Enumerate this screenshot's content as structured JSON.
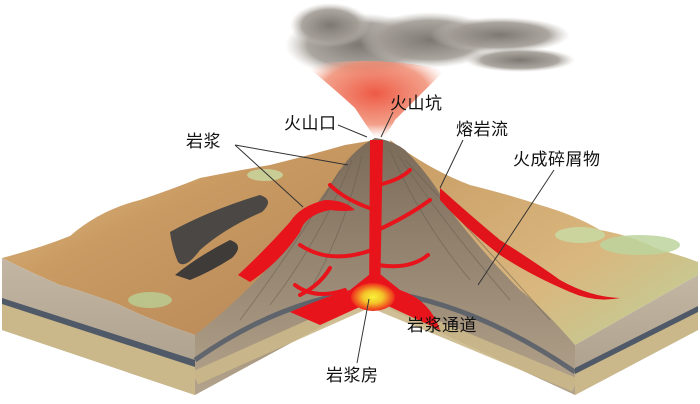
{
  "title": "Volcano cross-section diagram",
  "colors": {
    "background": "#ffffff",
    "smoke": "#8f8a83",
    "ash_red": "#e8694e",
    "lava": "#e8141c",
    "magma_core": "#f4ea2a",
    "terrain_tan": "#d8b27a",
    "terrain_green": "#b9cf95",
    "rock_dark": "#4a4744",
    "strata_gray": "#b8ab98",
    "strata_sand": "#cdbb8a",
    "strata_band": "#4f5968",
    "leader_line": "#333333"
  },
  "labels": {
    "crater_mouth": "火山口",
    "crater": "火山坑",
    "magma": "岩浆",
    "lava_flow": "熔岩流",
    "pyroclastics": "火成碎屑物",
    "magma_conduit": "岩浆通道",
    "magma_chamber": "岩浆房"
  }
}
